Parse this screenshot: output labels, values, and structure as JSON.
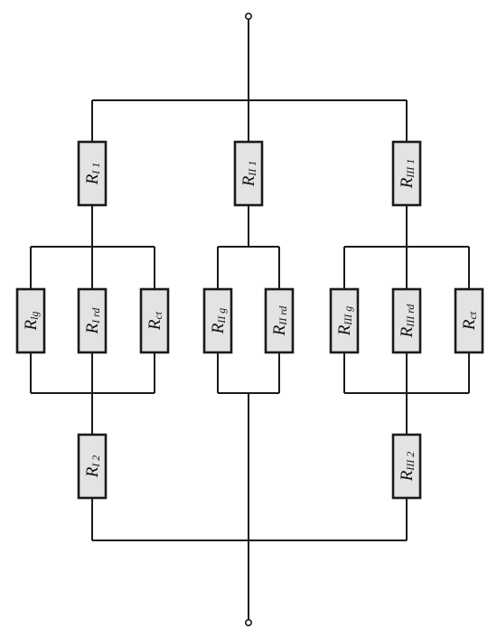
{
  "colors": {
    "wire": "#1a1a1a",
    "resistor_fill": "#e3e3e3",
    "background": "#ffffff"
  },
  "resistors": {
    "r_i1": {
      "main": "R",
      "sub": "I 1"
    },
    "r_ii1": {
      "main": "R",
      "sub": "II 1"
    },
    "r_iii1": {
      "main": "R",
      "sub": "III 1"
    },
    "r_ig": {
      "main": "R",
      "sub": "lg"
    },
    "r_ird": {
      "main": "R",
      "sub": "I rd"
    },
    "r_ict": {
      "main": "R",
      "sub": "ct"
    },
    "r_iig": {
      "main": "R",
      "sub": "II g"
    },
    "r_iird": {
      "main": "R",
      "sub": "II rd"
    },
    "r_iiig": {
      "main": "R",
      "sub": "III g"
    },
    "r_iiird": {
      "main": "R",
      "sub": "III rd"
    },
    "r_iiict": {
      "main": "R",
      "sub": "ct"
    },
    "r_i2": {
      "main": "R",
      "sub": "I 2"
    },
    "r_iii2": {
      "main": "R",
      "sub": "III 2"
    }
  }
}
